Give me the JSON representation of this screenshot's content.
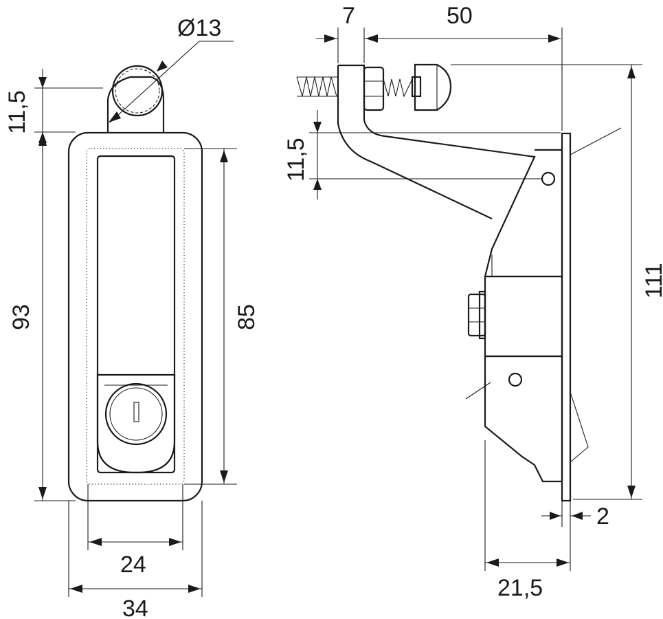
{
  "dimensions": {
    "diameter_knob": "Ø13",
    "knob_height": "11,5",
    "total_height_front": "93",
    "inner_height": "85",
    "inner_width": "24",
    "total_width": "34",
    "screw_offset": "7",
    "reach": "50",
    "arm_height": "11,5",
    "total_height_side": "111",
    "plate_thickness": "2",
    "depth": "21,5"
  },
  "colors": {
    "stroke": "#1a1a1a",
    "background": "#ffffff"
  }
}
